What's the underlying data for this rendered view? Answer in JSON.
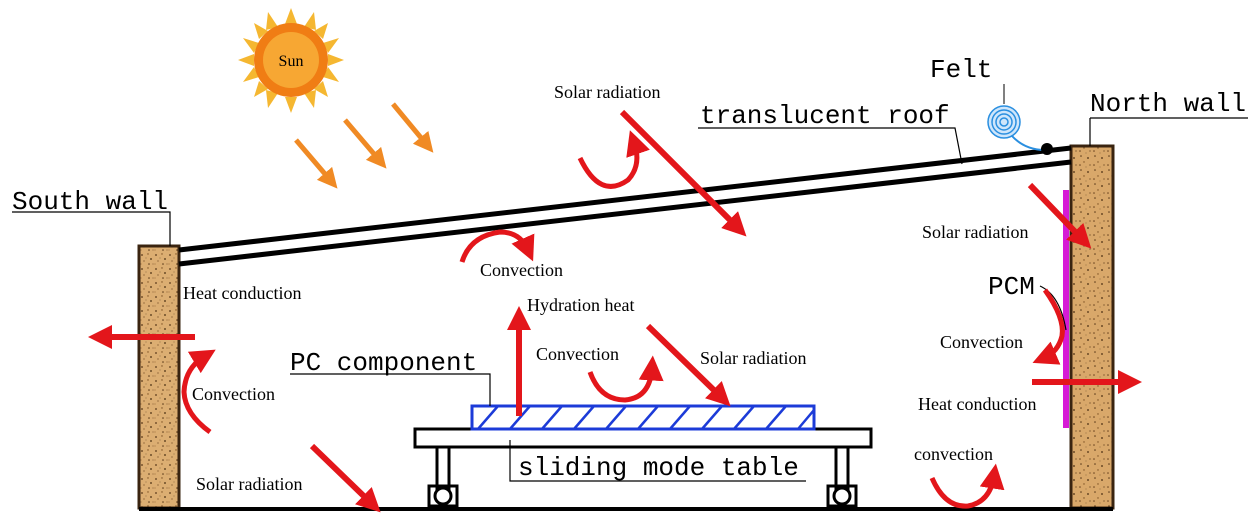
{
  "labels": {
    "sun": "Sun",
    "felt": "Felt",
    "north_wall": "North wall",
    "south_wall": "South wall",
    "translucent_roof": "translucent roof",
    "pc_component": "PC component",
    "sliding_table": "sliding mode table",
    "pcm": "PCM",
    "solar_radiation_top": "Solar radiation",
    "solar_radiation_north": "Solar radiation",
    "solar_radiation_table": "Solar radiation",
    "solar_radiation_floor": "Solar radiation",
    "convection_roof": "Convection",
    "convection_south": "Convection",
    "convection_table": "Convection",
    "convection_north": "Convection",
    "convection_floor": "convection",
    "heat_conduction_south": "Heat conduction",
    "heat_conduction_north": "Heat conduction",
    "hydration_heat": "Hydration heat"
  },
  "colors": {
    "sun_orange": "#f39a1e",
    "sun_inner": "#f7a733",
    "arrow_red": "#e3161b",
    "ray_orange": "#f08a24",
    "wall_fill": "#d9a96a",
    "pc_blue": "#1c3bd8",
    "pcm_magenta": "#d61ad6",
    "felt_blue": "#2a8fe0"
  }
}
